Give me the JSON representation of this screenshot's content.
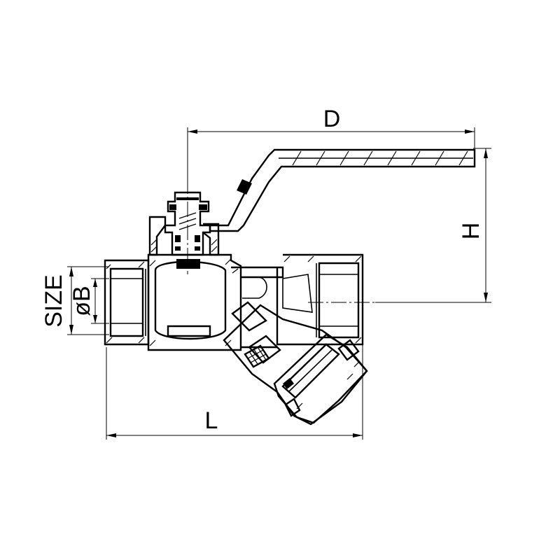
{
  "dimensions": {
    "d": "D",
    "h": "H",
    "l": "L",
    "size": "SIZE",
    "b": "øB"
  }
}
